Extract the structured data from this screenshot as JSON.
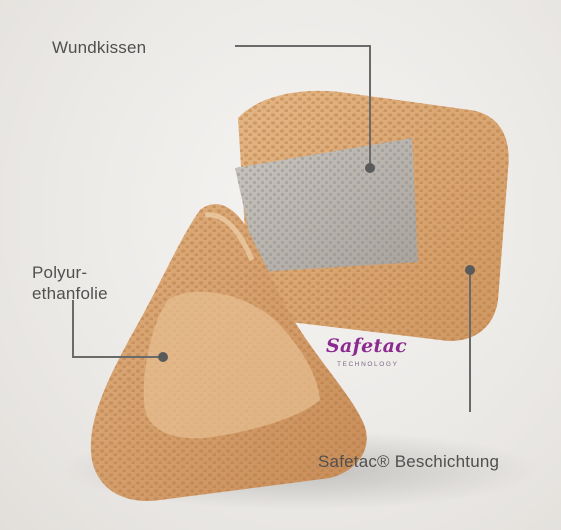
{
  "labels": {
    "wound_pad": "Wundkissen",
    "film_line1": "Polyur-",
    "film_line2": "ethanfolie",
    "coating": "Safetac® Beschichtung"
  },
  "logo": {
    "wordmark": "Safetac",
    "subline": "TECHNOLOGY",
    "color": "#8b2a8f"
  },
  "colors": {
    "background": "#ece9e6",
    "dressing": "#d9a574",
    "pad": "#b9b4ad",
    "callout_line": "#6a6a6a"
  }
}
